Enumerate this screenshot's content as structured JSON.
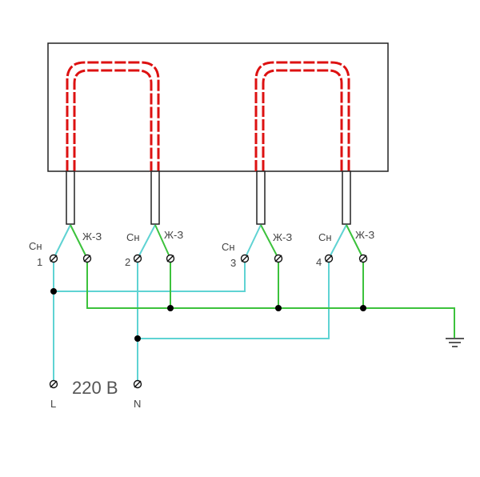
{
  "colors": {
    "phase_wire": "#5fd3d3",
    "ground_wire": "#3cc23c",
    "heater": "#dd1111",
    "outline": "#222222",
    "label": "#444444"
  },
  "heaters": [
    {
      "blue_terminal": {
        "label": "Сн",
        "number": "1"
      },
      "green_terminal": {
        "label": "Ж-З"
      }
    },
    {
      "blue_terminal": {
        "label": "Сн",
        "number": "2"
      },
      "green_terminal": {
        "label": "Ж-З"
      }
    },
    {
      "blue_terminal": {
        "label": "Сн",
        "number": "3"
      },
      "green_terminal": {
        "label": "Ж-З"
      }
    },
    {
      "blue_terminal": {
        "label": "Сн",
        "number": "4"
      },
      "green_terminal": {
        "label": "Ж-З"
      }
    }
  ],
  "supply": {
    "voltage": "220 В",
    "line_label": "L",
    "neutral_label": "N"
  },
  "icons": {
    "terminal": "terminal-icon",
    "ground": "ground-icon",
    "junction": "junction-dot-icon"
  }
}
